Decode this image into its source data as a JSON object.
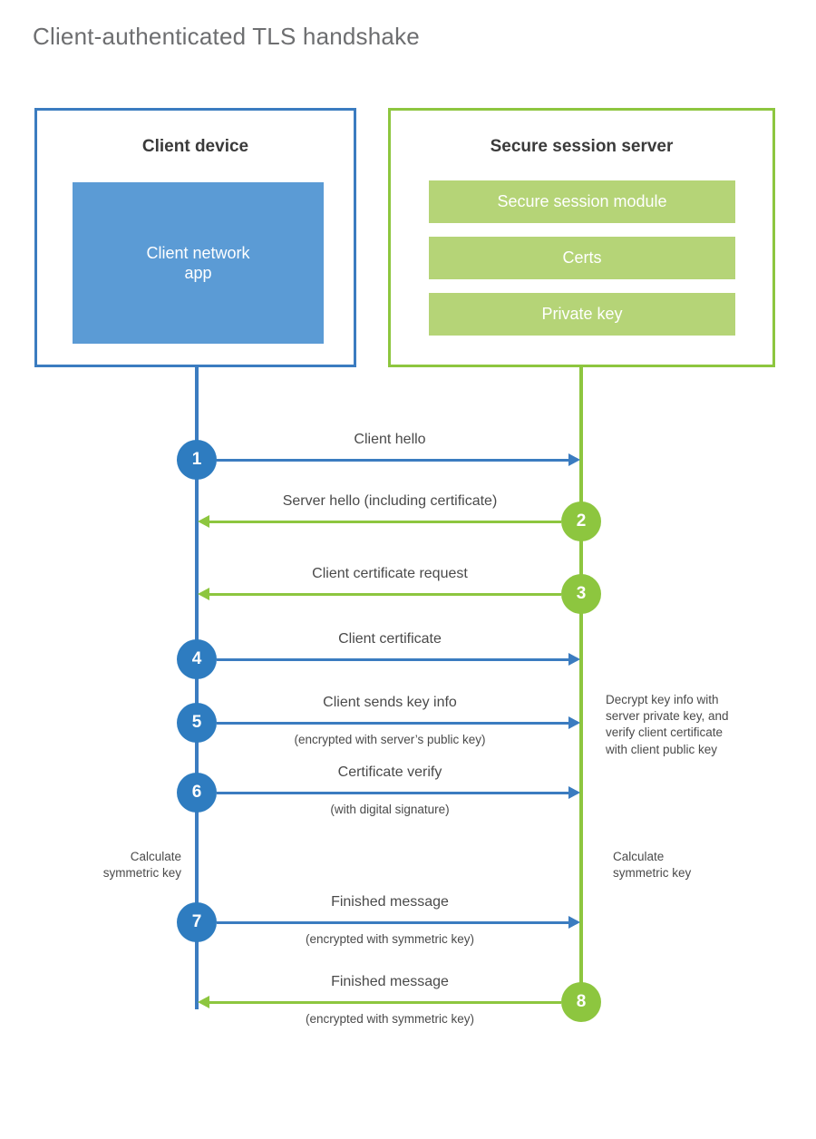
{
  "title": "Client-authenticated TLS handshake",
  "colors": {
    "client_accent": "#3b7cc0",
    "client_fill": "#5b9bd5",
    "server_accent": "#8dc63f",
    "server_fill": "#b5d477",
    "step_blue": "#2e7cc0",
    "step_green": "#8dc63f",
    "text": "#4a4a4a"
  },
  "actors": {
    "client": {
      "title": "Client device",
      "app_label": "Client network\napp"
    },
    "server": {
      "title": "Secure session server",
      "blocks": [
        {
          "label": "Secure session module"
        },
        {
          "label": "Certs"
        },
        {
          "label": "Private key"
        }
      ]
    }
  },
  "messages": [
    {
      "step": "1",
      "direction": "to-server",
      "label": "Client hello",
      "sub": ""
    },
    {
      "step": "2",
      "direction": "to-client",
      "label": "Server hello (including certificate)",
      "sub": ""
    },
    {
      "step": "3",
      "direction": "to-client",
      "label": "Client certificate request",
      "sub": ""
    },
    {
      "step": "4",
      "direction": "to-server",
      "label": "Client certificate",
      "sub": ""
    },
    {
      "step": "5",
      "direction": "to-server",
      "label": "Client sends key info",
      "sub": "(encrypted with server’s public key)"
    },
    {
      "step": "6",
      "direction": "to-server",
      "label": "Certificate verify",
      "sub": "(with digital signature)"
    },
    {
      "step": "7",
      "direction": "to-server",
      "label": "Finished message",
      "sub": "(encrypted with symmetric key)"
    },
    {
      "step": "8",
      "direction": "to-client",
      "label": "Finished message",
      "sub": "(encrypted with symmetric key)"
    }
  ],
  "notes": {
    "server_decrypt": "Decrypt key info with\nserver private key, and\nverify client certificate\nwith client public key",
    "client_calculate": "Calculate\nsymmetric key",
    "server_calculate": "Calculate\nsymmetric key"
  }
}
